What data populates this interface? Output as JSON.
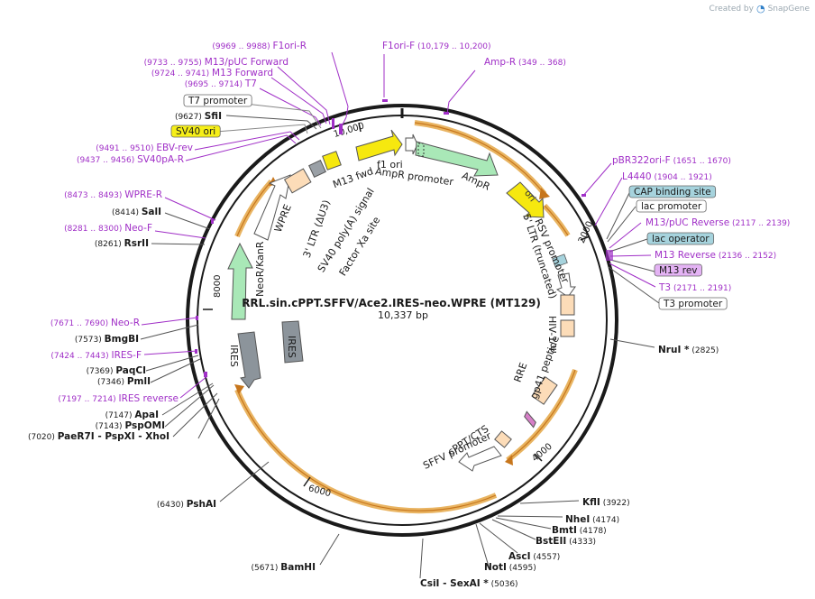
{
  "watermark": {
    "created_by": "Created by",
    "brand": "SnapGene"
  },
  "plasmid": {
    "name": "RRL.sin.cPPT.SFFV/Ace2.IRES-neo.WPRE (MT129)",
    "size_label": "10,337 bp",
    "length": 10337
  },
  "ruler": [
    {
      "pos": 2000,
      "label": "2000"
    },
    {
      "pos": 4000,
      "label": "4000"
    },
    {
      "pos": 6000,
      "label": "6000"
    },
    {
      "pos": 8000,
      "label": "8000"
    },
    {
      "pos": 10000,
      "label": "10,000"
    }
  ],
  "sites": [
    {
      "name": "F1ori-R",
      "coord": "(9969 .. 9988)",
      "type": "primer",
      "at": 9978
    },
    {
      "name": "F1ori-F",
      "coord": "(10,179 .. 10,200)",
      "type": "primer",
      "at": 10190
    },
    {
      "name": "Amp-R",
      "coord": "(349 .. 368)",
      "type": "primer",
      "at": 358
    },
    {
      "name": "M13/pUC Forward",
      "coord": "(9733 .. 9755)",
      "type": "primer",
      "at": 9744
    },
    {
      "name": "M13 Forward",
      "coord": "(9724 .. 9741)",
      "type": "primer",
      "at": 9732
    },
    {
      "name": "T7",
      "coord": "(9695 .. 9714)",
      "type": "primer",
      "at": 9704
    },
    {
      "name": "T7 promoter",
      "coord": "",
      "type": "feature-white",
      "at": 9690
    },
    {
      "name": "SfiI",
      "coord": "(9627)",
      "type": "enzyme",
      "at": 9627
    },
    {
      "name": "SV40 ori",
      "coord": "",
      "type": "feature-yellow",
      "at": 9580
    },
    {
      "name": "EBV-rev",
      "coord": "(9491 .. 9510)",
      "type": "primer",
      "at": 9500
    },
    {
      "name": "SV40pA-R",
      "coord": "(9437 .. 9456)",
      "type": "primer",
      "at": 9446
    },
    {
      "name": "WPRE-R",
      "coord": "(8473 .. 8493)",
      "type": "primer",
      "at": 8483
    },
    {
      "name": "SalI",
      "coord": "(8414)",
      "type": "enzyme",
      "at": 8414
    },
    {
      "name": "Neo-F",
      "coord": "(8281 .. 8300)",
      "type": "primer",
      "at": 8290
    },
    {
      "name": "RsrII",
      "coord": "(8261)",
      "type": "enzyme",
      "at": 8261
    },
    {
      "name": "Neo-R",
      "coord": "(7671 .. 7690)",
      "type": "primer",
      "at": 7680
    },
    {
      "name": "BmgBI",
      "coord": "(7573)",
      "type": "enzyme",
      "at": 7573
    },
    {
      "name": "IRES-F",
      "coord": "(7424 .. 7443)",
      "type": "primer",
      "at": 7433
    },
    {
      "name": "PaqCI",
      "coord": "(7369)",
      "type": "enzyme",
      "at": 7369
    },
    {
      "name": "PmlI",
      "coord": "(7346)",
      "type": "enzyme",
      "at": 7346
    },
    {
      "name": "IRES reverse",
      "coord": "(7197 .. 7214)",
      "type": "primer",
      "at": 7205
    },
    {
      "name": "ApaI",
      "coord": "(7147)",
      "type": "enzyme",
      "at": 7147
    },
    {
      "name": "PspOMI",
      "coord": "(7143)",
      "type": "enzyme",
      "at": 7143
    },
    {
      "name": "PaeR7I - PspXI - XhoI",
      "coord": "(7020)",
      "type": "enzyme",
      "at": 7020
    },
    {
      "name": "PshAI",
      "coord": "(6430)",
      "type": "enzyme",
      "at": 6430
    },
    {
      "name": "BamHI",
      "coord": "(5671)",
      "type": "enzyme",
      "at": 5671
    },
    {
      "name": "CsiI - SexAI *",
      "coord": "(5036)",
      "type": "enzyme",
      "at": 5036
    },
    {
      "name": "NotI",
      "coord": "(4595)",
      "type": "enzyme",
      "at": 4595
    },
    {
      "name": "AscI",
      "coord": "(4557)",
      "type": "enzyme",
      "at": 4557
    },
    {
      "name": "BstEII",
      "coord": "(4333)",
      "type": "enzyme",
      "at": 4333
    },
    {
      "name": "BmtI",
      "coord": "(4178)",
      "type": "enzyme",
      "at": 4178
    },
    {
      "name": "NheI",
      "coord": "(4174)",
      "type": "enzyme",
      "at": 4174
    },
    {
      "name": "KflI",
      "coord": "(3922)",
      "type": "enzyme",
      "at": 3922
    },
    {
      "name": "NruI *",
      "coord": "(2825)",
      "type": "enzyme",
      "at": 2825
    },
    {
      "name": "pBR322ori-F",
      "coord": "(1651 .. 1670)",
      "type": "primer",
      "at": 1660
    },
    {
      "name": "L4440",
      "coord": "(1904 .. 1921)",
      "type": "primer",
      "at": 1912
    },
    {
      "name": "CAP binding site",
      "coord": "",
      "type": "feature-teal",
      "at": 2020
    },
    {
      "name": "lac promoter",
      "coord": "",
      "type": "feature-white",
      "at": 2040
    },
    {
      "name": "M13/pUC Reverse",
      "coord": "(2117 .. 2139)",
      "type": "primer",
      "at": 2128
    },
    {
      "name": "lac operator",
      "coord": "",
      "type": "feature-teal",
      "at": 2090
    },
    {
      "name": "M13 Reverse",
      "coord": "(2136 .. 2152)",
      "type": "primer",
      "at": 2144
    },
    {
      "name": "M13 rev",
      "coord": "",
      "type": "feature-purple",
      "at": 2146
    },
    {
      "name": "T3",
      "coord": "(2171 .. 2191)",
      "type": "primer",
      "at": 2181
    },
    {
      "name": "T3 promoter",
      "coord": "",
      "type": "feature-white",
      "at": 2190
    }
  ],
  "features": [
    {
      "name": "M13 fwd",
      "label_pos": "inside"
    },
    {
      "name": "f1 ori",
      "label_pos": "inside"
    },
    {
      "name": "AmpR promoter",
      "label_pos": "inside"
    },
    {
      "name": "AmpR",
      "label_pos": "inside"
    },
    {
      "name": "ori",
      "label_pos": "inside"
    },
    {
      "name": "RSV promoter",
      "label_pos": "inside"
    },
    {
      "name": "5' LTR (truncated)",
      "label_pos": "inside"
    },
    {
      "name": "HIV-1 Ψ",
      "label_pos": "inside"
    },
    {
      "name": "RRE",
      "label_pos": "inside"
    },
    {
      "name": "gp41 peptide",
      "label_pos": "inside"
    },
    {
      "name": "cPPT/CTS",
      "label_pos": "inside"
    },
    {
      "name": "SFFV promoter",
      "label_pos": "inside"
    },
    {
      "name": "IRES",
      "label_pos": "inside"
    },
    {
      "name": "IRES",
      "label_pos": "inside"
    },
    {
      "name": "NeoR/KanR",
      "label_pos": "inside"
    },
    {
      "name": "WPRE",
      "label_pos": "inside"
    },
    {
      "name": "3' LTR (ΔU3)",
      "label_pos": "inside"
    },
    {
      "name": "SV40 poly(A) signal",
      "label_pos": "inside"
    },
    {
      "name": "Factor Xa site",
      "label_pos": "inside"
    }
  ],
  "colors": {
    "primer": "#a02fc7",
    "enzyme_line": "#555555",
    "ring": "#1a1a1a",
    "orf": "#e19b2d",
    "amp": "#a9e8b7",
    "ori": "#f6e80f",
    "promoter": "#ffffff",
    "ltr": "#fcdcb8",
    "ires": "#8c949b",
    "teal": "#a6d3dd",
    "purple_feature": "#e4b3f4",
    "yellow_feature": "#f6ef18"
  }
}
